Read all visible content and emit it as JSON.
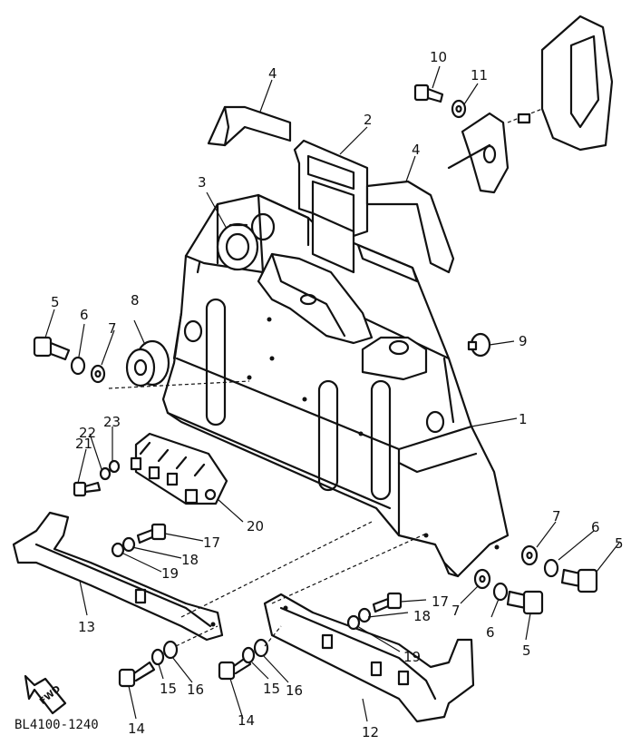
{
  "diagram": {
    "code": "BL4100-1240",
    "fwd_label": "FWD",
    "callouts": {
      "c1": "1",
      "c2": "2",
      "c3": "3",
      "c4a": "4",
      "c4b": "4",
      "c5a": "5",
      "c5b": "5",
      "c5c": "5",
      "c6a": "6",
      "c6b": "6",
      "c6c": "6",
      "c7a": "7",
      "c7b": "7",
      "c7c": "7",
      "c8": "8",
      "c9": "9",
      "c10": "10",
      "c11": "11",
      "c12": "12",
      "c13": "13",
      "c14a": "14",
      "c14b": "14",
      "c15a": "15",
      "c15b": "15",
      "c16a": "16",
      "c16b": "16",
      "c17a": "17",
      "c17b": "17",
      "c18a": "18",
      "c18b": "18",
      "c19a": "19",
      "c19b": "19",
      "c20": "20",
      "c21": "21",
      "c22": "22",
      "c23": "23"
    }
  }
}
